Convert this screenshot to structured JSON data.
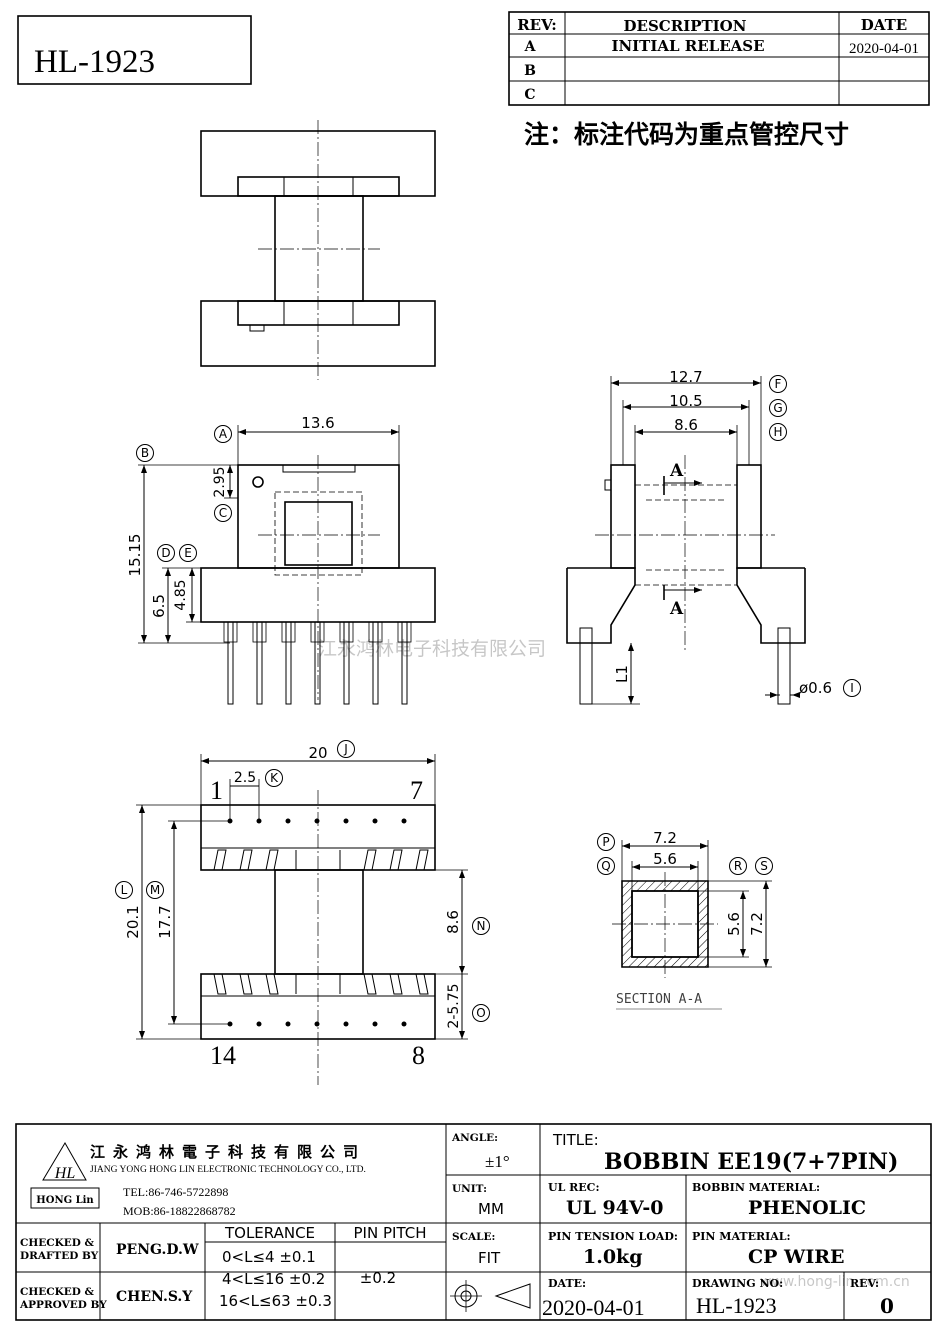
{
  "drawing_number_box": "HL-1923",
  "revision_table": {
    "headers": {
      "rev": "REV:",
      "description": "DESCRIPTION",
      "date": "DATE"
    },
    "rows": [
      {
        "rev": "A",
        "description": "INITIAL  RELEASE",
        "date": "2020-04-01"
      },
      {
        "rev": "B",
        "description": "",
        "date": ""
      },
      {
        "rev": "C",
        "description": "",
        "date": ""
      }
    ]
  },
  "note": "注：标注代码为重点管控尺寸",
  "dimensions": {
    "A": "13.6",
    "B": "15.15",
    "C": "2.95",
    "D": "6.5",
    "E": "4.85",
    "F": "12.7",
    "G": "10.5",
    "H": "8.6",
    "I": "ø0.6",
    "L1": "L1",
    "J": "20",
    "K": "2.5",
    "L": "20.1",
    "M": "17.7",
    "N": "8.6",
    "O": "2-5.75",
    "P": "7.2",
    "Q": "5.6",
    "R": "5.6",
    "S": "7.2"
  },
  "callouts": [
    "A",
    "B",
    "C",
    "D",
    "E",
    "F",
    "G",
    "H",
    "I",
    "J",
    "K",
    "L",
    "M",
    "N",
    "O",
    "P",
    "Q",
    "R",
    "S"
  ],
  "section_marks": {
    "top": "A",
    "bottom": "A"
  },
  "section_label": "SECTION A-A",
  "pin_numbers": {
    "top_left": "1",
    "top_right": "7",
    "bottom_left": "14",
    "bottom_right": "8"
  },
  "watermark": "江永鸿林电子科技有限公司",
  "watermark_url": "www.hong-lin.com.cn",
  "title_block": {
    "company_cn": "江永鸿林電子科技有限公司",
    "company_en": "JIANG YONG HONG LIN ELECTRONIC TECHNOLOGY CO., LTD.",
    "logo_text": "HL",
    "logo_sub": "HONG Lin",
    "tel": "TEL:86-746-5722898",
    "mob": "MOB:86-18822868782",
    "angle_label": "ANGLE:",
    "angle_value": "±1°",
    "unit_label": "UNIT:",
    "unit_value": "MM",
    "scale_label": "SCALE:",
    "scale_value": "FIT",
    "title_label": "TITLE:",
    "title_value": "BOBBIN   EE19(7+7PIN)",
    "ul_label": "UL REC:",
    "ul_value": "UL 94V-0",
    "bobbin_material_label": "BOBBIN MATERIAL:",
    "bobbin_material_value": "PHENOLIC",
    "pin_tension_label": "PIN TENSION LOAD:",
    "pin_tension_value": "1.0kg",
    "pin_material_label": "PIN MATERIAL:",
    "pin_material_value": "CP WIRE",
    "date_label": "DATE:",
    "date_value": "2020-04-01",
    "drawing_no_label": "DRAWING NO:",
    "drawing_no_value": "HL-1923",
    "rev_label": "REV:",
    "rev_value": "0",
    "checked_drafted_label_1": "CHECKED &",
    "checked_drafted_label_2": "DRAFTED BY",
    "checked_drafted_value": "PENG.D.W",
    "checked_approved_label_1": "CHECKED &",
    "checked_approved_label_2": "APPROVED BY",
    "checked_approved_value": "CHEN.S.Y",
    "tolerance_label": "TOLERANCE",
    "tolerance_rows": [
      "0<L≤4   ±0.1",
      "4<L≤16  ±0.2",
      "16<L≤63 ±0.3"
    ],
    "pin_pitch_label": "PIN PITCH",
    "pin_pitch_value": "±0.2"
  }
}
